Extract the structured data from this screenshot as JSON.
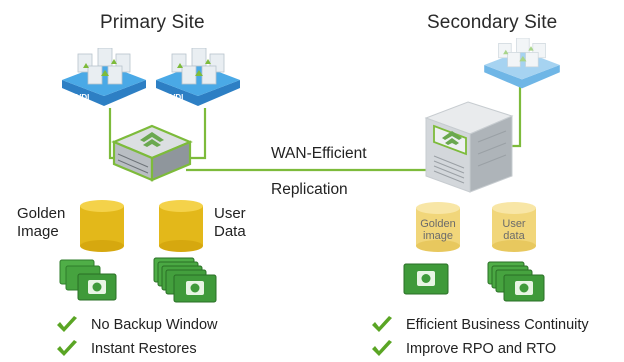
{
  "primary": {
    "title": "Primary Site",
    "vdi_labels": [
      "VDI",
      "VDI"
    ],
    "golden_label": "Golden\nImage",
    "user_label": "User\nData",
    "bullets": [
      "No Backup Window",
      "Instant Restores"
    ]
  },
  "link": {
    "line1": "WAN-Efficient",
    "line2": "Replication"
  },
  "secondary": {
    "title": "Secondary Site",
    "golden_label": "Golden\nimage",
    "user_label": "User\ndata",
    "bullets": [
      "Efficient Business Continuity",
      "Improve RPO and RTO"
    ]
  },
  "icons": {
    "vdi": "vdi-cluster-icon",
    "appliance": "storage-appliance-icon",
    "cylinder": "database-cylinder-icon",
    "snapshot": "camera-snapshot-icon",
    "check": "green-check-icon"
  },
  "colors": {
    "link_green": "#7dbb3b",
    "check_green": "#5aa524",
    "db_gold": "#e3b81a",
    "db_gold_faded": "#f1d67a",
    "vdi_blue": "#3a9ad9",
    "vdi_blue_faded": "#8cc6ec",
    "snapshot_green": "#3f9a3a"
  }
}
